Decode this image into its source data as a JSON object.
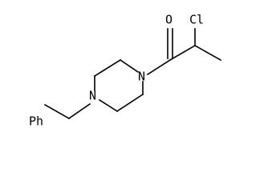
{
  "labels": {
    "oxygen": "O",
    "chlorine": "Cl",
    "nitrogen_top": "N",
    "nitrogen_bottom": "N",
    "phenyl": "Ph"
  },
  "colors": {
    "ink": "#000000",
    "background": "#ffffff"
  }
}
